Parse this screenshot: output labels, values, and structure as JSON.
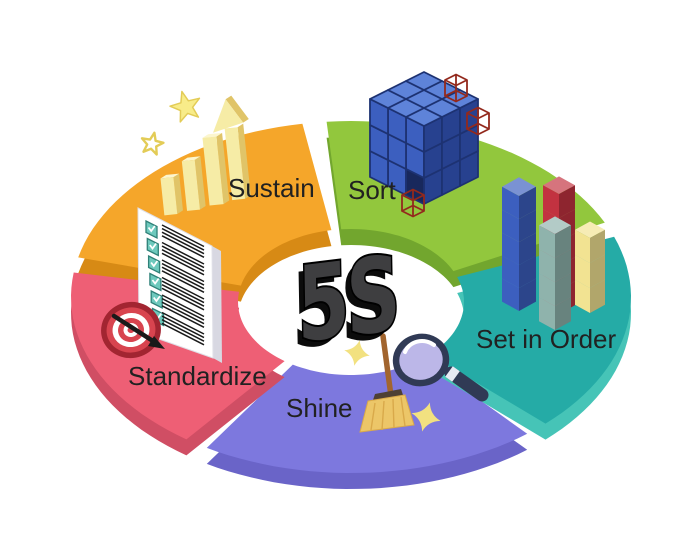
{
  "page": {
    "background": "#ffffff"
  },
  "center": {
    "label": "5S",
    "face_color": "#3E3E40",
    "shadow_color": "#0b0b0b"
  },
  "label_color": "#212121",
  "segments": [
    {
      "id": "sustain",
      "label": "Sustain",
      "top_color": "#F5A62A",
      "side_color": "#D78A15"
    },
    {
      "id": "sort",
      "label": "Sort",
      "top_color": "#92C73D",
      "side_color": "#72A62E"
    },
    {
      "id": "set-in-order",
      "label": "Set in Order",
      "top_color": "#25ABA6",
      "side_color": "#46C4B7"
    },
    {
      "id": "shine",
      "label": "Shine",
      "top_color": "#7D78DE",
      "side_color": "#6A64C8"
    },
    {
      "id": "standardize",
      "label": "Standardize",
      "top_color": "#EE5F75",
      "side_color": "#D04E64"
    }
  ],
  "icons": {
    "sustain_growth_bars": {
      "bar_front": "#F6ECA6",
      "bar_side": "#E0C468",
      "bar_top": "#FCF6CE",
      "star_fill": "#F8EC89",
      "star_stroke": "#E3CC57"
    },
    "sort_cubes": {
      "cube_left": "#3C5FBF",
      "cube_right": "#27418F",
      "cube_top": "#5E83D9",
      "grid_line": "#1D3272",
      "cavity": "#18285C",
      "wireframe": "#93291D"
    },
    "set_in_order_columns": {
      "colors": [
        "#C23240",
        "#3C5FBF",
        "#8FB3AC",
        "#F2E392"
      ]
    },
    "shine_tools": {
      "broom_handle": "#A2652E",
      "broom_band": "#4E4034",
      "bristles": "#ECC668",
      "bristle_line": "#D9A94A",
      "magnifier_frame": "#303A55",
      "lens": "#BCB7E8",
      "band": "#E6EAF3",
      "sparkle": "#F2E180"
    },
    "standardize_tools": {
      "paper": "#FFFFFF",
      "paper_side": "#D8D8E2",
      "paper_edge": "#E0E0E8",
      "checkbox": "#6EC9BD",
      "checkbox_border": "#2F8178",
      "line_color": "#1A1A1A",
      "target_red": "#D8444F",
      "target_dark": "#A22531",
      "dart": "#1A1A1A"
    }
  }
}
